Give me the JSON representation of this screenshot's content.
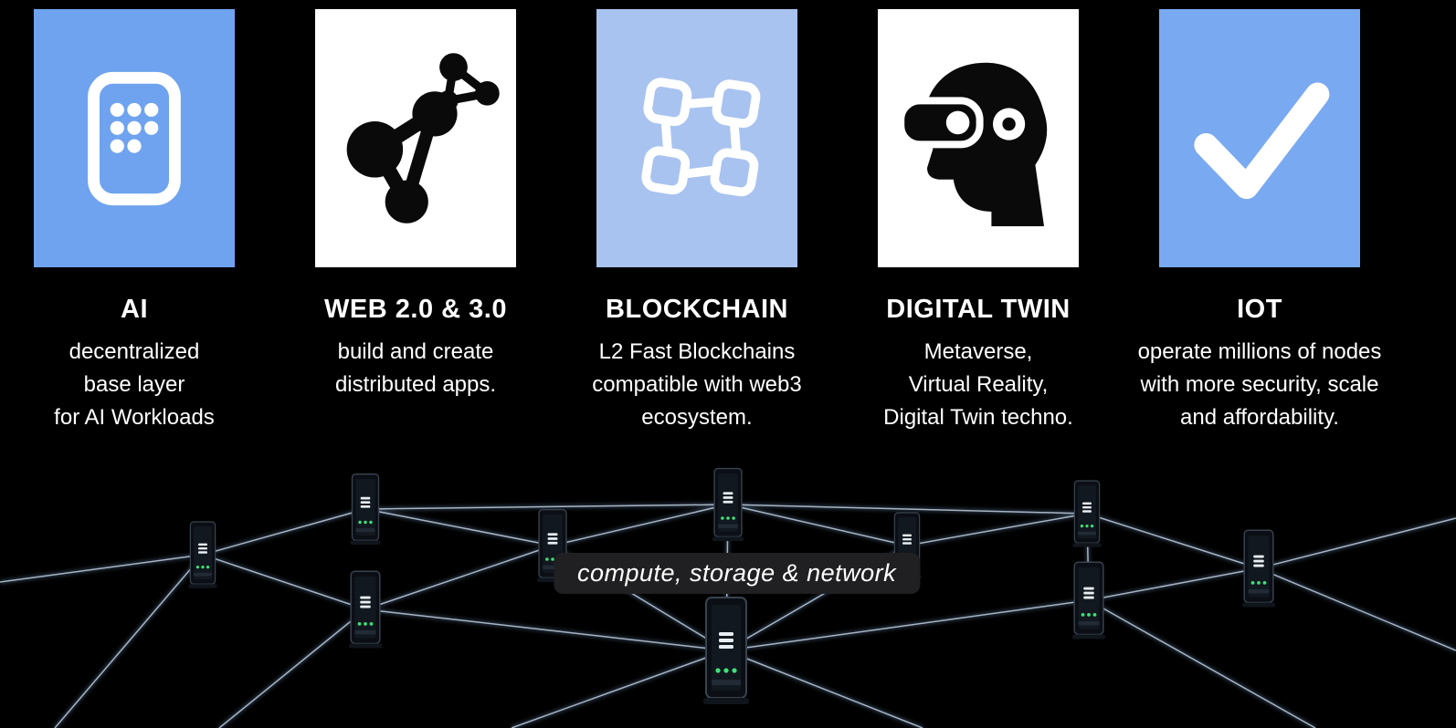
{
  "page": {
    "background": "#000000"
  },
  "cards": [
    {
      "id": "ai",
      "title": "AI",
      "description": "decentralized\nbase layer\nfor AI Workloads",
      "tile_color": "#6FA3EF",
      "icon": "dot-matrix-device-icon",
      "icon_color": "#FFFFFF"
    },
    {
      "id": "web",
      "title": "WEB 2.0 & 3.0",
      "description": "build and create\ndistributed apps.",
      "tile_color": "#FFFFFF",
      "icon": "network-molecule-icon",
      "icon_color": "#0A0A0A"
    },
    {
      "id": "blockchain",
      "title": "BLOCKCHAIN",
      "description": "L2 Fast Blockchains\ncompatible with web3\necosystem.",
      "tile_color": "#A9C3F0",
      "icon": "linked-blocks-icon",
      "icon_color": "#FFFFFF"
    },
    {
      "id": "digital-twin",
      "title": "DIGITAL TWIN",
      "description": "Metaverse,\nVirtual Reality,\nDigital Twin techno.",
      "tile_color": "#FFFFFF",
      "icon": "vr-headset-icon",
      "icon_color": "#0A0A0A"
    },
    {
      "id": "iot",
      "title": "IOT",
      "description": "operate millions of nodes\nwith more security, scale\nand affordability.",
      "tile_color": "#79A9F0",
      "icon": "check-icon",
      "icon_color": "#FFFFFF"
    }
  ],
  "network": {
    "label": "compute, storage & network",
    "label_bg": "#202023",
    "line_color": "#7EA5D4",
    "line_highlight": "#D6E4F5",
    "led_color": "#3FE07A",
    "server_color": "#0B0F15"
  }
}
